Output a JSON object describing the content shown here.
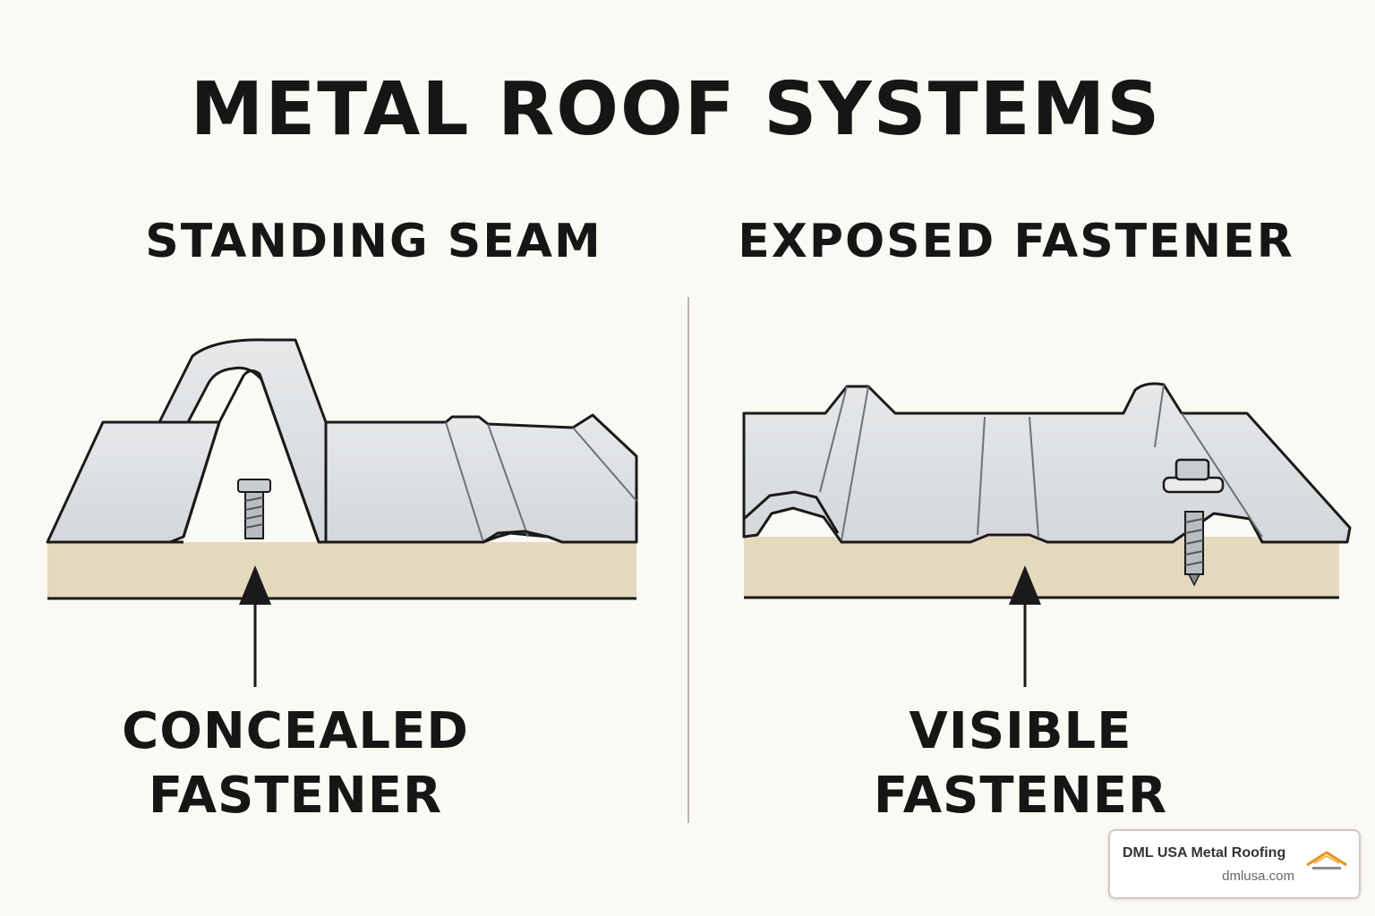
{
  "title": "METAL ROOF SYSTEMS",
  "left_panel": {
    "heading": "STANDING SEAM",
    "caption_line1": "CONCEALED",
    "caption_line2": "FASTENER"
  },
  "right_panel": {
    "heading": "EXPOSED FASTENER",
    "caption_line1": "VISIBLE",
    "caption_line2": "FASTENER"
  },
  "brand": {
    "name": "DML USA Metal Roofing",
    "url": "dmlusa.com",
    "logo_icon": "roof-logo-icon"
  },
  "colors": {
    "background": "#fbf9f3",
    "metal": "#dfe1e3",
    "substrate": "#e5d9bd",
    "outline": "#1a1a1a"
  }
}
